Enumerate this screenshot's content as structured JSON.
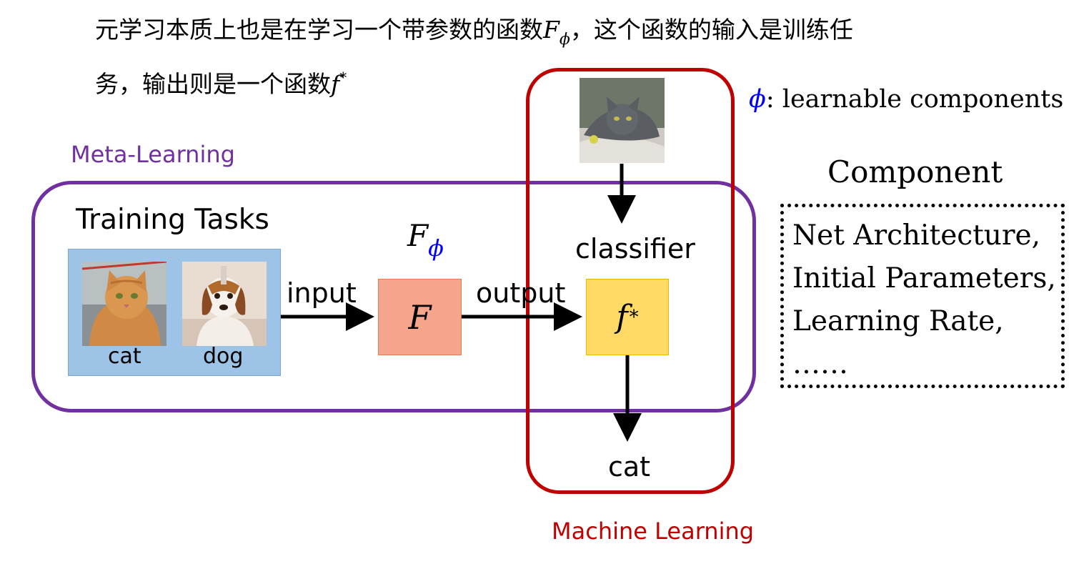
{
  "heading": {
    "line1_text": "元学习本质上也是在学习一个带参数的函数",
    "line1_symbol": "F",
    "line1_subscript": "ϕ",
    "line1_tail": "，这个函数的输入是训练任",
    "line2_text": "务，输出则是一个函数",
    "line2_symbol": "f",
    "line2_superscript": "*"
  },
  "legend": {
    "symbol": "ϕ",
    "text": ": learnable components"
  },
  "meta_learning": {
    "label": "Meta-Learning",
    "color": "#7030a0"
  },
  "machine_learning": {
    "label": "Machine Learning",
    "color": "#c00000"
  },
  "training_tasks": {
    "title": "Training Tasks",
    "images": [
      {
        "icon": "cat-photo",
        "caption": "cat"
      },
      {
        "icon": "dog-photo",
        "caption": "dog"
      }
    ]
  },
  "flow": {
    "input_label": "input",
    "output_label": "output",
    "classifier_label": "classifier",
    "result_label": "cat",
    "test_image_icon": "gray-cat-photo"
  },
  "learner": {
    "title_symbol": "F",
    "title_subscript": "ϕ",
    "box_symbol": "F",
    "box_color": "#f4a58b"
  },
  "learned_function": {
    "symbol": "f",
    "superscript": "*",
    "box_color": "#ffd966"
  },
  "component": {
    "title": "Component",
    "items": [
      "Net Architecture,",
      "Initial Parameters,",
      "Learning Rate,",
      "……"
    ]
  }
}
